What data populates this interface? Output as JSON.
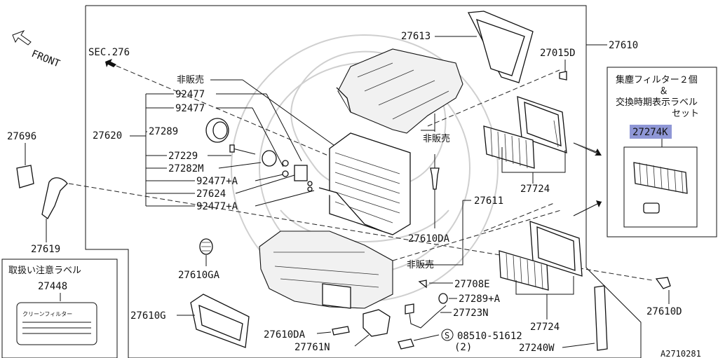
{
  "front_label": "FRONT",
  "sec_ref": "SEC.276",
  "main_assembly": "27610",
  "callouts": {
    "p27613": "27613",
    "p27015D": "27015D",
    "p27620": "27620",
    "p27289": "27289",
    "p27229": "27229",
    "p27282M": "27282M",
    "p92477a": "92477",
    "p92477b": "92477",
    "p92477A1": "92477+A",
    "p27624": "27624",
    "p92477A2": "92477+A",
    "not_sold_1": "非販売",
    "not_sold_2": "非販売",
    "not_sold_3": "非販売",
    "p27696": "27696",
    "p27619": "27619",
    "p27724a": "27724",
    "p27724b": "27724",
    "p27611": "27611",
    "p27610DA_a": "27610DA",
    "p27610DA_b": "27610DA",
    "p27610GA": "27610GA",
    "p27610G": "27610G",
    "p27708E": "27708E",
    "p27289A": "27289+A",
    "p27723N": "27723N",
    "p27761N": "27761N",
    "p08510": "08510-51612",
    "p08510_qty": "(2)",
    "p08510_mark": "S",
    "p27240W": "27240W",
    "p27610D": "27610D"
  },
  "filter_box": {
    "line1": "集塵フィルター２個",
    "line2": "＆",
    "line3": "交換時期表示ラベル",
    "line4": "セット",
    "part_no": "27274K",
    "highlight_color": "#8f97d6"
  },
  "caution_box": {
    "title": "取扱い注意ラベル",
    "part_no": "27448",
    "label_text": "クリーンフィルター"
  },
  "drawing_id": "A2710281"
}
